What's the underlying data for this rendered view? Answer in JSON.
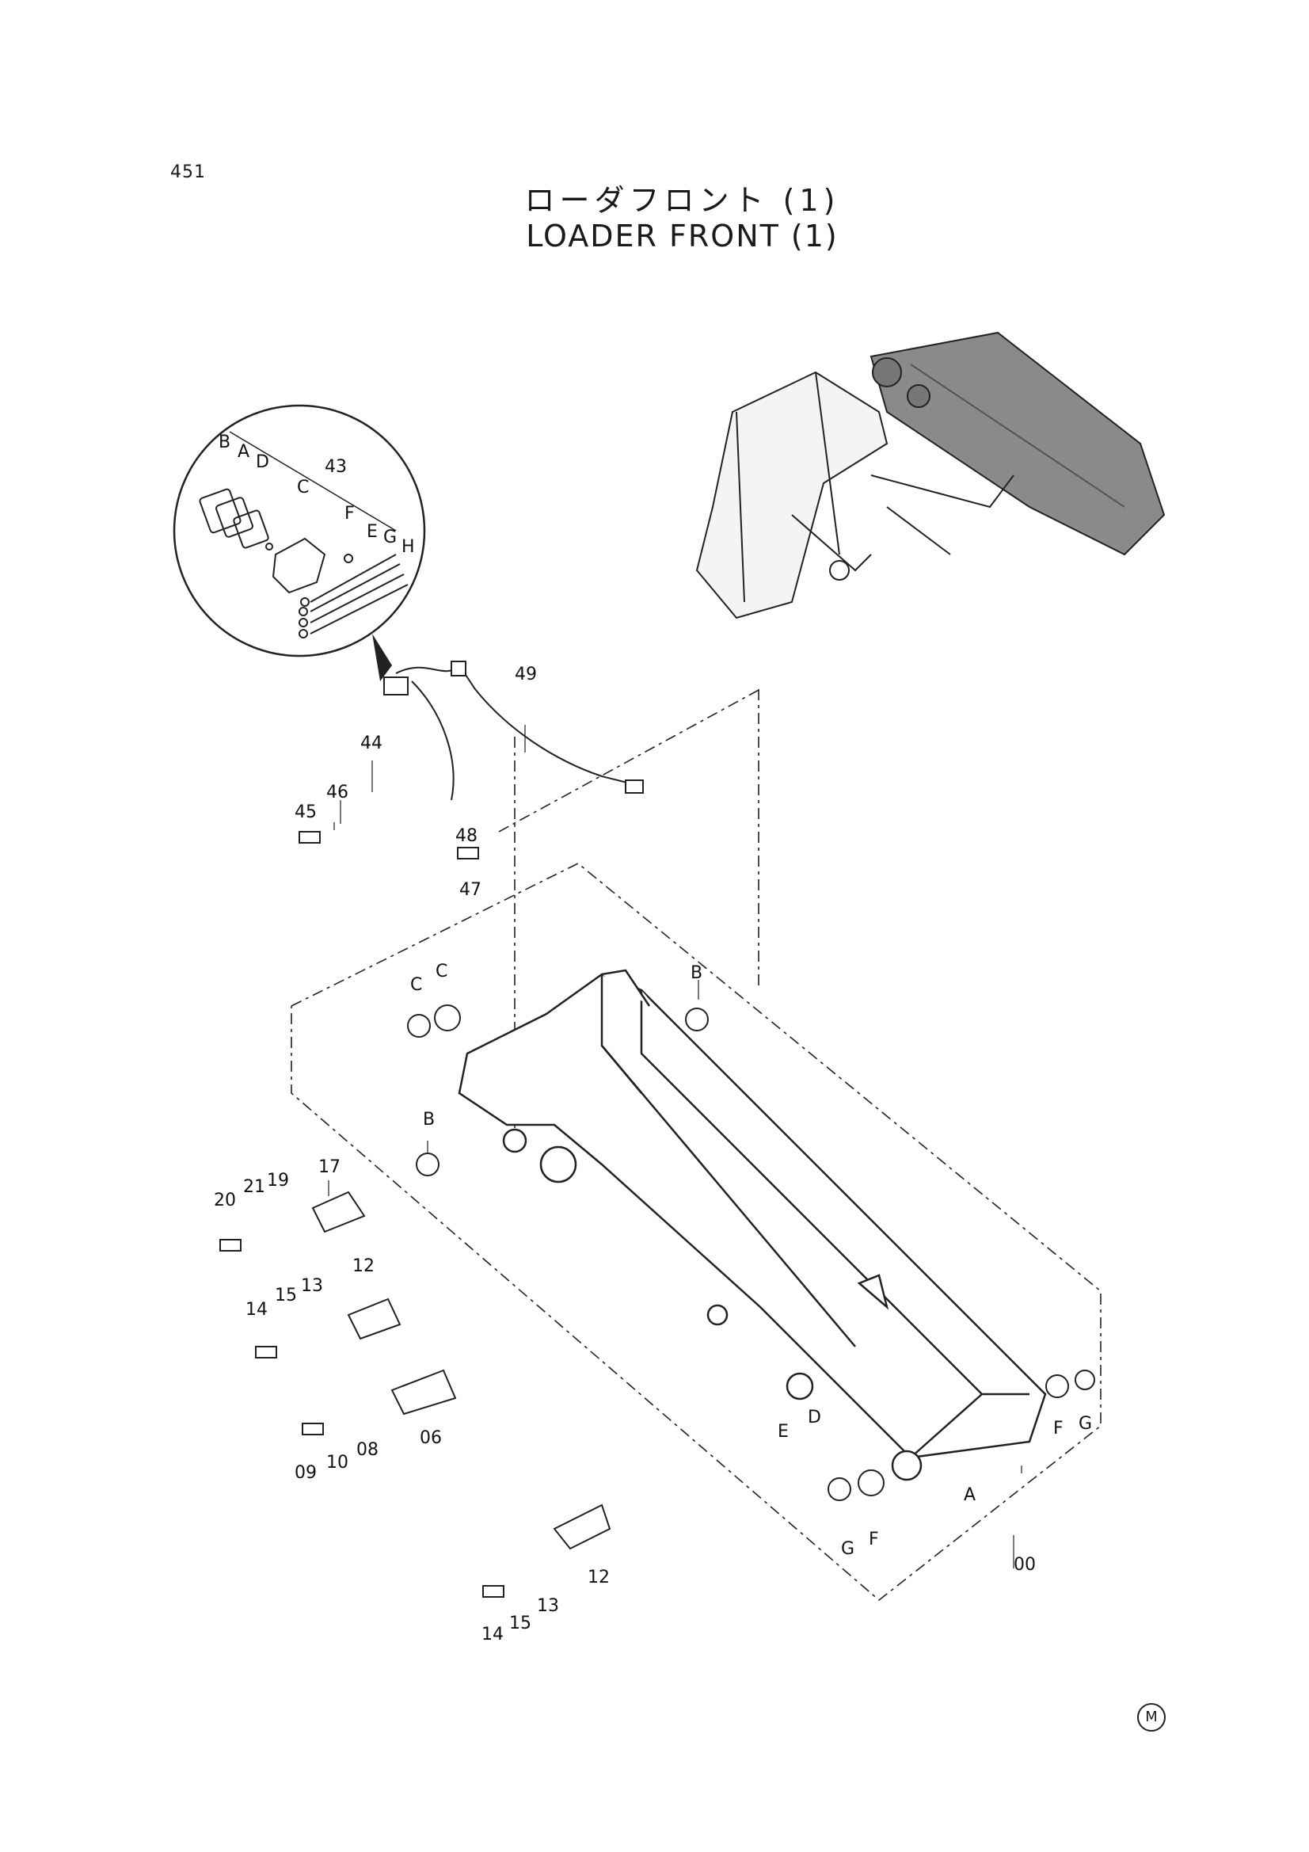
{
  "page": {
    "number": "451",
    "title_jp": "ローダフロント (1)",
    "title_en": "LOADER FRONT (1)",
    "mark": "M"
  },
  "callouts": [
    {
      "id": "c-b-inset",
      "label": "B"
    },
    {
      "id": "c-a-inset",
      "label": "A"
    },
    {
      "id": "c-d-inset",
      "label": "D"
    },
    {
      "id": "c-43",
      "label": "43"
    },
    {
      "id": "c-c-inset",
      "label": "C"
    },
    {
      "id": "c-f-inset",
      "label": "F"
    },
    {
      "id": "c-e-inset",
      "label": "E"
    },
    {
      "id": "c-g-inset",
      "label": "G"
    },
    {
      "id": "c-h-inset",
      "label": "H"
    },
    {
      "id": "c-49",
      "label": "49"
    },
    {
      "id": "c-44",
      "label": "44"
    },
    {
      "id": "c-45",
      "label": "45"
    },
    {
      "id": "c-46",
      "label": "46"
    },
    {
      "id": "c-48",
      "label": "48"
    },
    {
      "id": "c-47",
      "label": "47"
    },
    {
      "id": "c-c1",
      "label": "C"
    },
    {
      "id": "c-c2",
      "label": "C"
    },
    {
      "id": "c-b-top",
      "label": "B"
    },
    {
      "id": "c-b-left",
      "label": "B"
    },
    {
      "id": "c-20",
      "label": "20"
    },
    {
      "id": "c-21",
      "label": "21"
    },
    {
      "id": "c-19",
      "label": "19"
    },
    {
      "id": "c-17",
      "label": "17"
    },
    {
      "id": "c-12a",
      "label": "12"
    },
    {
      "id": "c-14a",
      "label": "14"
    },
    {
      "id": "c-15a",
      "label": "15"
    },
    {
      "id": "c-13a",
      "label": "13"
    },
    {
      "id": "c-09",
      "label": "09"
    },
    {
      "id": "c-10",
      "label": "10"
    },
    {
      "id": "c-08",
      "label": "08"
    },
    {
      "id": "c-06",
      "label": "06"
    },
    {
      "id": "c-e-main",
      "label": "E"
    },
    {
      "id": "c-d-main",
      "label": "D"
    },
    {
      "id": "c-a-main",
      "label": "A"
    },
    {
      "id": "c-f-right",
      "label": "F"
    },
    {
      "id": "c-g-right",
      "label": "G"
    },
    {
      "id": "c-g-low",
      "label": "G"
    },
    {
      "id": "c-f-low",
      "label": "F"
    },
    {
      "id": "c-00",
      "label": "00"
    },
    {
      "id": "c-12b",
      "label": "12"
    },
    {
      "id": "c-14b",
      "label": "14"
    },
    {
      "id": "c-15b",
      "label": "15"
    },
    {
      "id": "c-13b",
      "label": "13"
    }
  ]
}
